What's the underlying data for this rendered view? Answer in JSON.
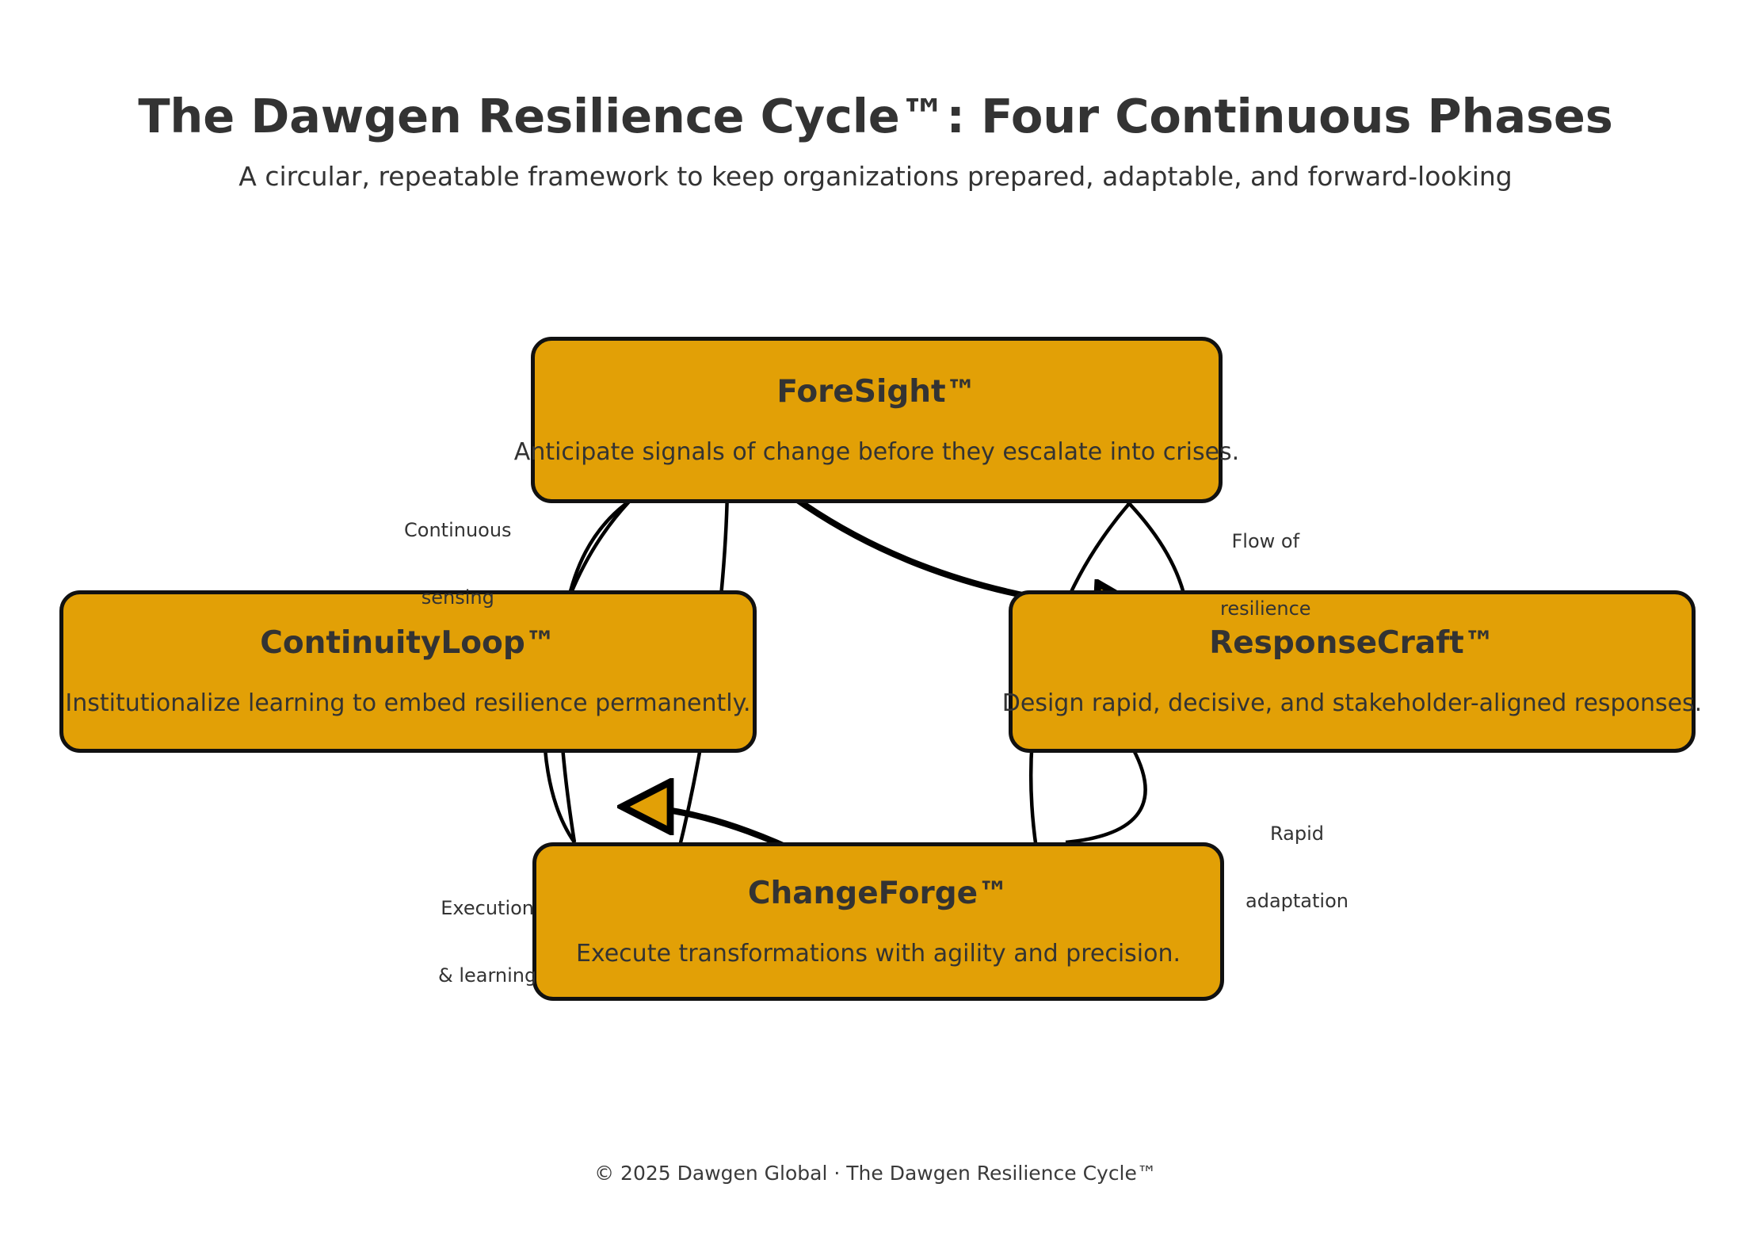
{
  "header": {
    "title": "The Dawgen Resilience Cycle™: Four Continuous Phases",
    "subtitle": "A circular, repeatable framework to keep organizations prepared, adaptable, and forward-looking"
  },
  "footer": {
    "text": "© 2025 Dawgen Global · The Dawgen Resilience Cycle™"
  },
  "colors": {
    "box_fill": "#e2a006",
    "box_stroke": "#111111",
    "text": "#333333",
    "background": "#ffffff",
    "arrow": "#000000"
  },
  "phases": [
    {
      "id": "foresight",
      "name": "ForeSight™",
      "description": "Anticipate signals of change before they escalate into crises.",
      "position": "top"
    },
    {
      "id": "responsecraft",
      "name": "ResponseCraft™",
      "description": "Design rapid, decisive, and stakeholder-aligned responses.",
      "position": "right"
    },
    {
      "id": "changeforge",
      "name": "ChangeForge™",
      "description": "Execute transformations with agility and precision.",
      "position": "bottom"
    },
    {
      "id": "continuityloop",
      "name": "ContinuityLoop™",
      "description": "Institutionalize learning to embed resilience permanently.",
      "position": "left"
    }
  ],
  "edge_labels": [
    {
      "id": "flow-of-resilience",
      "line1": "Flow of",
      "line2": "resilience"
    },
    {
      "id": "rapid-adaptation",
      "line1": "Rapid",
      "line2": "adaptation"
    },
    {
      "id": "execution-learning",
      "line1": "Execution",
      "line2": "& learning"
    },
    {
      "id": "continuous-sensing",
      "line1": "Continuous",
      "line2": "sensing"
    }
  ]
}
